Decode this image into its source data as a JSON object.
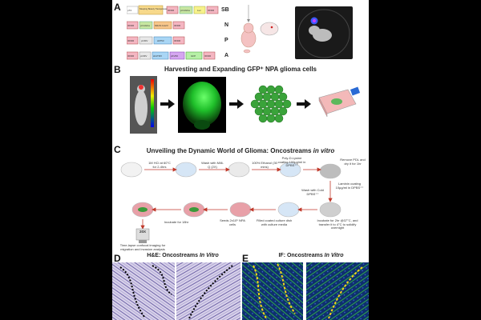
{
  "panels": {
    "a": "A",
    "b": "B",
    "c": "C",
    "d": "D",
    "e": "E"
  },
  "panel_a": {
    "construct_labels": [
      "SB",
      "N",
      "P",
      "A"
    ],
    "sb_parts": [
      "pT2",
      "Sleeping Beauty Transposase",
      "IR/DR",
      "pCAGGs",
      "Luc",
      "IR/DR"
    ],
    "n_parts": [
      "IR/DR",
      "pCAGGs",
      "NRAS G12V",
      "IR/DR"
    ],
    "p_parts": [
      "IR/DR",
      "pCMV",
      "shP53",
      "IR/DR"
    ],
    "a_parts": [
      "IR/DR",
      "pCMV",
      "shATRX",
      "pKV66",
      "GFP",
      "IR/DR"
    ]
  },
  "panel_b": {
    "title": "Harvesting and Expanding GFP⁺ NPA glioma cells"
  },
  "panel_c": {
    "title_main": "Unveiling the Dynamic World of Glioma: Oncostreams ",
    "title_italic": "in vitro",
    "steps": [
      "1M HCl at 60°C for 2-4hrs",
      "Wash with Milli-Q (2X)",
      "100% Ethanol (30 mins)",
      "Poly-D-Lysine coating 100µg/ml in DPBS⁺⁺",
      "Remove PDL and dry it for 1hr",
      "Laminin coating 10µg/ml in DPBS⁺⁺",
      "Wash with Cold DPBS⁺⁺",
      "Incubate for 2hr @37°C, and transfer it to 4°C to solidify overnight",
      "Filled coated culture dish with culture media",
      "Seeds 2x10⁵ NPA cells",
      "Incubate for 18hr",
      "Time-lapse confocal imaging for migration and invasion analysis"
    ],
    "microscope_label": "20X"
  },
  "panel_d": {
    "title_main": "H&E: Oncostreams ",
    "title_italic": "In Vitro"
  },
  "panel_e": {
    "title_main": "IF: Oncostreams ",
    "title_italic": "In Vitro"
  },
  "colors": {
    "gfp_green": "#2ecc40",
    "he_purple": "#7a6fb0",
    "if_blue": "#1a3a8a",
    "dish_pink": "#e8a0a8",
    "arrow": "#c0392b"
  }
}
